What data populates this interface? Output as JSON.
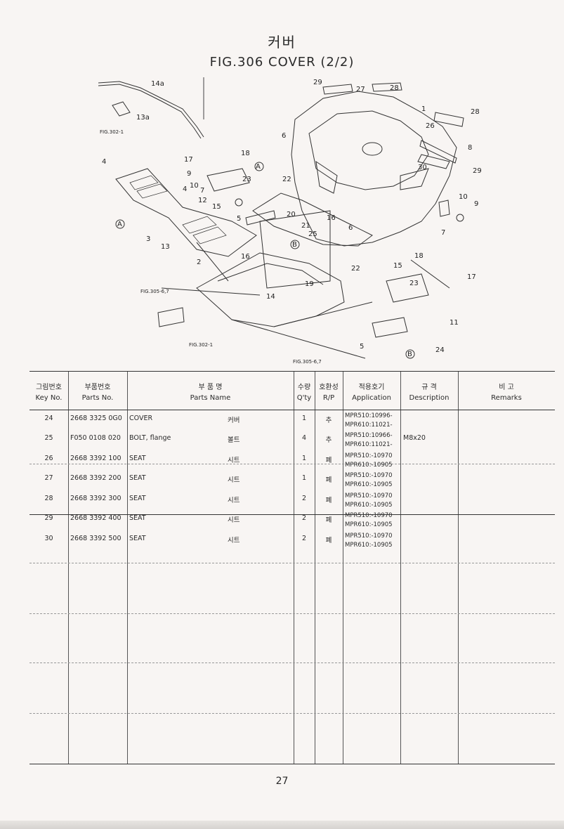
{
  "title_ko": "커버",
  "title_en": "FIG.306  COVER (2/2)",
  "diagram": {
    "callouts": [
      "14a",
      "13a",
      "FIG.302-1",
      "29",
      "27",
      "28",
      "1",
      "26",
      "28",
      "8",
      "29",
      "30",
      "10",
      "9",
      "7",
      "6",
      "17",
      "18",
      "9",
      "10",
      "7",
      "23",
      "22",
      "A",
      "4",
      "4",
      "12",
      "15",
      "5",
      "A",
      "3",
      "2",
      "13",
      "20",
      "21",
      "25",
      "16",
      "B",
      "6",
      "16",
      "19",
      "22",
      "15",
      "18",
      "23",
      "17",
      "11",
      "14",
      "FIG.305-6,7",
      "FIG.302-1",
      "5",
      "24",
      "B",
      "FIG.305-6,7"
    ]
  },
  "table": {
    "headers": {
      "key_ko": "그림번호",
      "key_en": "Key No.",
      "parts_no_ko": "부품번호",
      "parts_no_en": "Parts No.",
      "parts_name_ko": "부    품    명",
      "parts_name_en": "Parts     Name",
      "qty_ko": "수량",
      "qty_en": "Q'ty",
      "rp_ko": "호환성",
      "rp_en": "R/P",
      "app_ko": "적용호기",
      "app_en": "Application",
      "desc_ko": "규    격",
      "desc_en": "Description",
      "remarks_ko": "비    고",
      "remarks_en": "Remarks"
    },
    "rows": [
      {
        "key": "24",
        "part_no": "2668 3325 0G0",
        "name": "COVER",
        "name_ko": "커버",
        "qty": "1",
        "rp": "추",
        "app1": "MPR510:10996-",
        "app2": "MPR610:11021-",
        "desc": ""
      },
      {
        "key": "25",
        "part_no": "F050 0108 020",
        "name": "BOLT, flange",
        "name_ko": "볼트",
        "qty": "4",
        "rp": "추",
        "app1": "MPR510:10966-",
        "app2": "MPR610:11021-",
        "desc": "M8x20"
      },
      {
        "key": "26",
        "part_no": "2668 3392 100",
        "name": "SEAT",
        "name_ko": "시트",
        "qty": "1",
        "rp": "폐",
        "app1": "MPR510:-10970",
        "app2": "MPR610:-10905",
        "desc": ""
      },
      {
        "key": "27",
        "part_no": "2668 3392 200",
        "name": "SEAT",
        "name_ko": "시트",
        "qty": "1",
        "rp": "폐",
        "app1": "MPR510:-10970",
        "app2": "MPR610:-10905",
        "desc": ""
      },
      {
        "key": "28",
        "part_no": "2668 3392 300",
        "name": "SEAT",
        "name_ko": "시트",
        "qty": "2",
        "rp": "폐",
        "app1": "MPR510:-10970",
        "app2": "MPR610:-10905",
        "desc": ""
      },
      {
        "key": "29",
        "part_no": "2668 3392 400",
        "name": "SEAT",
        "name_ko": "시트",
        "qty": "2",
        "rp": "폐",
        "app1": "MPR510:-10970",
        "app2": "MPR610:-10905",
        "desc": ""
      },
      {
        "key": "30",
        "part_no": "2668 3392 500",
        "name": "SEAT",
        "name_ko": "시트",
        "qty": "2",
        "rp": "폐",
        "app1": "MPR510:-10970",
        "app2": "MPR610:-10905",
        "desc": ""
      }
    ]
  },
  "page_number": "27"
}
